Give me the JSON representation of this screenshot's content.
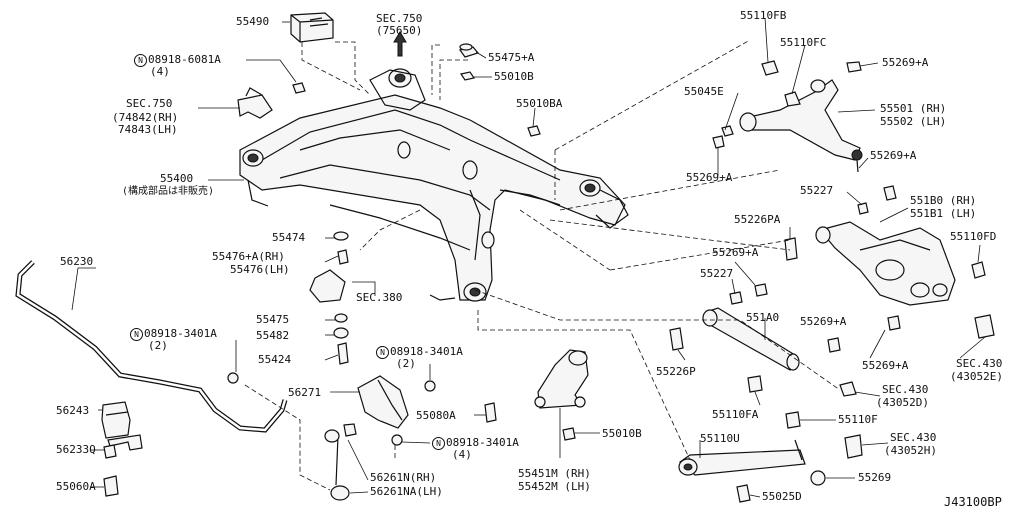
{
  "labels": {
    "l55490": "55490",
    "sec750top": "SEC.750",
    "sec750topsub": "(75650)",
    "l55475a": "55475+A",
    "l55010b_top": "55010B",
    "n08918_6081a": "08918-6081A",
    "n08918_6081a_q": "(4)",
    "sec750left": "SEC.750",
    "sec750left_rh": "(74842(RH)",
    "sec750left_lh": "74843(LH)",
    "l55010ba": "55010BA",
    "l55400": "55400",
    "l55400_note": "(構成部品は非販売)",
    "l55110fb": "55110FB",
    "l55110fc": "55110FC",
    "l55269a_1": "55269+A",
    "l55045e": "55045E",
    "l55501": "55501 (RH)",
    "l55502": "55502 (LH)",
    "l55269a_2": "55269+A",
    "l55269a_3": "55269+A",
    "l55227_1": "55227",
    "l551b0": "551B0 (RH)",
    "l551b1": "551B1 (LH)",
    "l55226pa": "55226PA",
    "l55110fd": "55110FD",
    "l55269a_4": "55269+A",
    "l55227_2": "55227",
    "l55474": "55474",
    "l55476a": "55476+A(RH)",
    "l55476": "55476(LH)",
    "l56230": "56230",
    "sec380": "SEC.380",
    "l55475": "55475",
    "l55482": "55482",
    "n08918_3401a_1": "08918-3401A",
    "n08918_3401a_1q": "(2)",
    "l55424": "55424",
    "n08918_3401a_2": "08918-3401A",
    "n08918_3401a_2q": "(2)",
    "l551a0": "551A0",
    "l55269a_5": "55269+A",
    "l55226p": "55226P",
    "l55269a_6": "55269+A",
    "sec430_e": "SEC.430",
    "sec430_e_sub": "(43052E)",
    "l56271": "56271",
    "sec430_d": "SEC.430",
    "sec430_d_sub": "(43052D)",
    "l56243": "56243",
    "l55080a": "55080A",
    "l55110fa": "55110FA",
    "l55110f": "55110F",
    "l55010b_bot": "55010B",
    "sec430_h": "SEC.430",
    "sec430_h_sub": "(43052H)",
    "l56233q": "56233Q",
    "n08918_3401a_3": "08918-3401A",
    "n08918_3401a_3q": "(4)",
    "l55110u": "55110U",
    "l55451m": "55451M (RH)",
    "l55452m": "55452M (LH)",
    "l56261n": "56261N(RH)",
    "l56261na": "56261NA(LH)",
    "l55269_plain": "55269",
    "l55060a": "55060A",
    "l55025d": "55025D",
    "drawing_no": "J43100BP",
    "n_symbol": "N"
  }
}
